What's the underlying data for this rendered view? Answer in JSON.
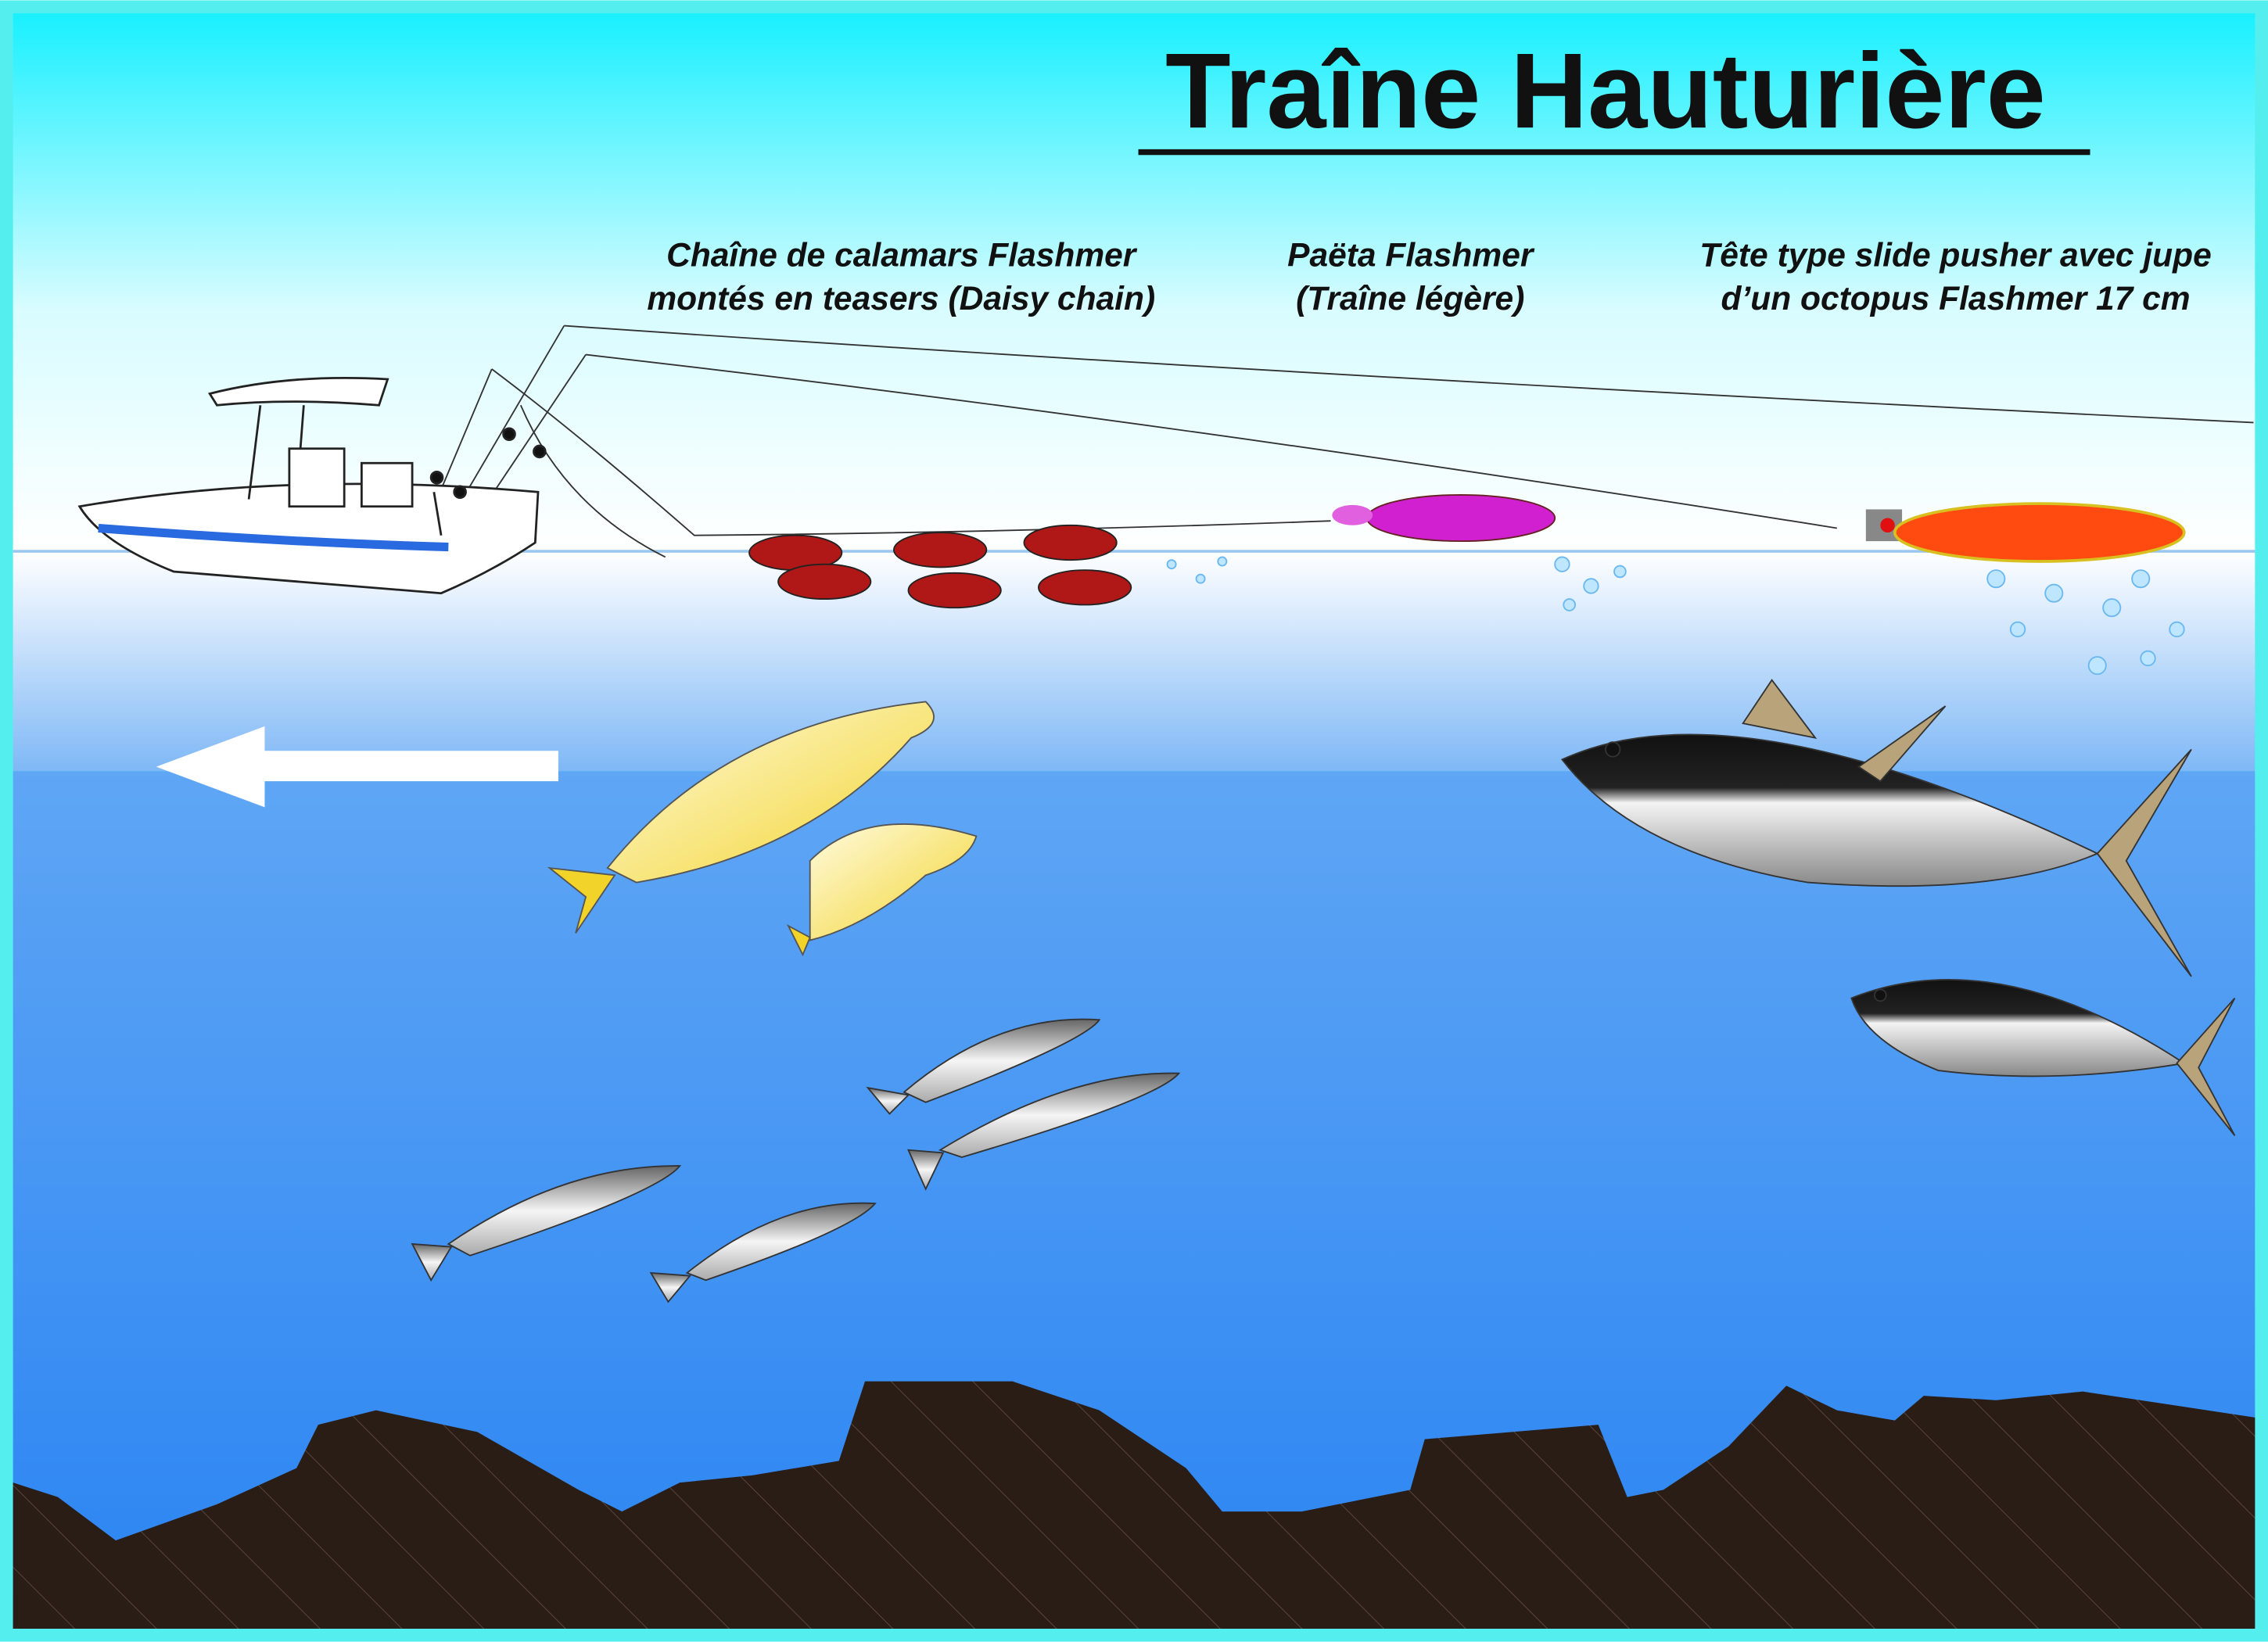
{
  "title": "Traîne Hauturière",
  "labels": {
    "daisy_chain": {
      "line1": "Chaîne de calamars Flashmer",
      "line2": "montés en teasers (Daisy chain)"
    },
    "paeta": {
      "line1": "Paëta Flashmer",
      "line2": "(Traîne légère)"
    },
    "slide_pusher": {
      "line1": "Tête type slide pusher avec jupe",
      "line2": "d’un octopus Flashmer 17 cm"
    }
  },
  "colors": {
    "sky_top": "#19f0ff",
    "water_deep": "#2b86f2",
    "seabed": "#2a1d16",
    "daisy_lure": "#b01818",
    "paeta_lure": "#d020d0",
    "pusher_lure": "#ff4a10",
    "yellow_fish": "#f5dc3c"
  }
}
